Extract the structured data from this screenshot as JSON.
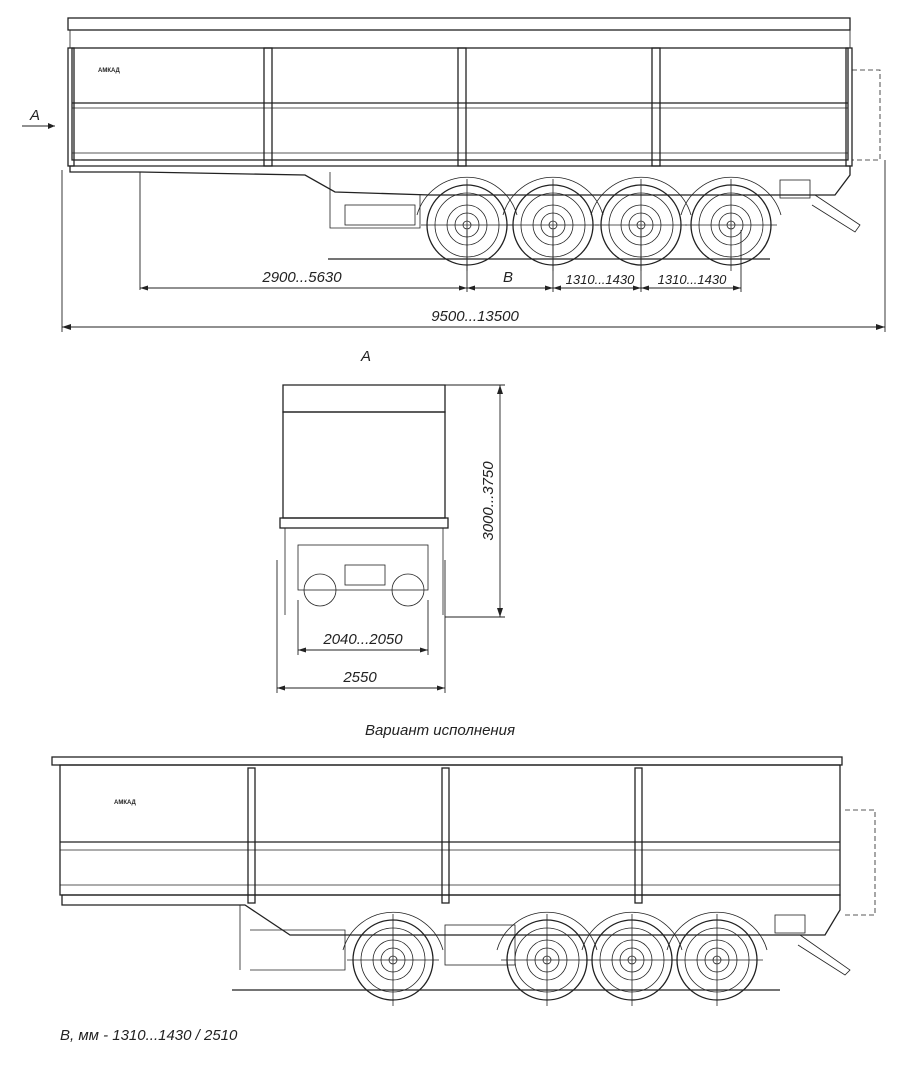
{
  "side_view": {
    "view_marker": "A",
    "dimensions": {
      "kingpin_to_axle": "2900...5630",
      "b_label": "B",
      "axle_spacing_1": "1310...1430",
      "axle_spacing_2": "1310...1430",
      "overall_length": "9500...13500"
    },
    "logo": "АМКАД"
  },
  "front_view": {
    "title": "A",
    "height": "3000...3750",
    "track_width": "2040...2050",
    "overall_width": "2550"
  },
  "variant_view": {
    "title": "Вариант исполнения",
    "logo": "АМКАД"
  },
  "footnote": "B, мм - 1310...1430 / 2510"
}
